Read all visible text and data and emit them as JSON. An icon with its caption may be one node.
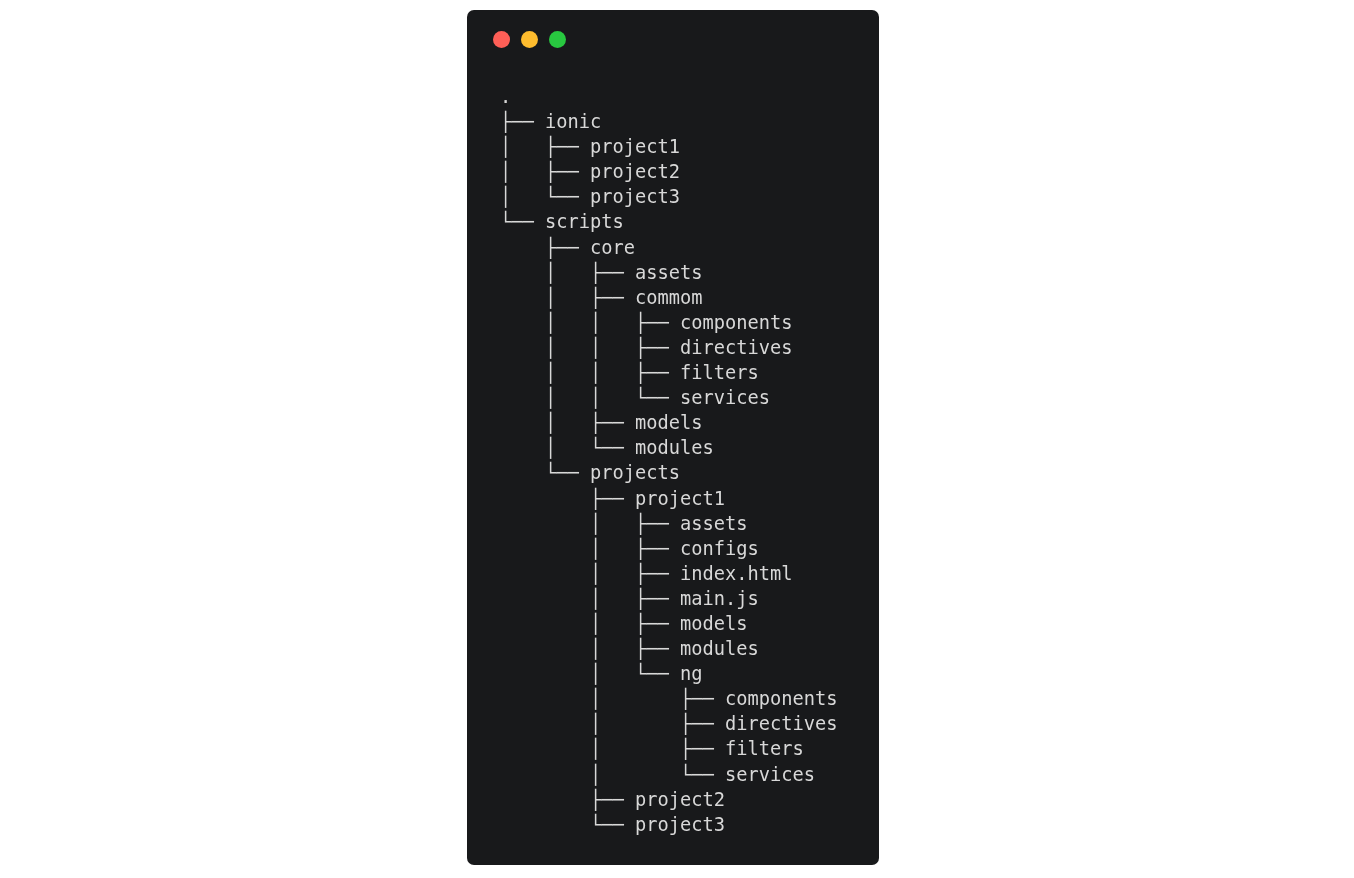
{
  "diagram": {
    "labels": [
      ".",
      "├── ionic",
      "│   ├── project1",
      "│   ├── project2",
      "│   └── project3",
      "└── scripts",
      "    ├── core",
      "    │   ├── assets",
      "    │   ├── commom",
      "    │   │   ├── components",
      "    │   │   ├── directives",
      "    │   │   ├── filters",
      "    │   │   └── services",
      "    │   ├── models",
      "    │   └── modules",
      "    └── projects",
      "        ├── project1",
      "        │   ├── assets",
      "        │   ├── configs",
      "        │   ├── index.html",
      "        │   ├── main.js",
      "        │   ├── models",
      "        │   ├── modules",
      "        │   └── ng",
      "        │       ├── components",
      "        │       ├── directives",
      "        │       ├── filters",
      "        │       └── services",
      "        ├── project2",
      "        └── project3"
    ]
  }
}
